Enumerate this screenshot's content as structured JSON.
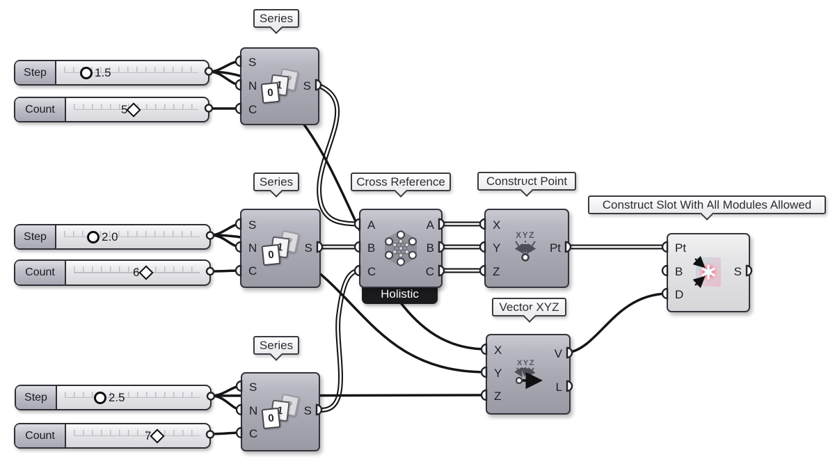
{
  "canvas": {
    "background": "#ffffff",
    "wire_color": "#151515",
    "component_fill": "#a8a8b3",
    "component_light_fill": "#e4e4e6",
    "mode_tag_fill": "#1b1b1e",
    "slot_glow_color": "#ff3d55"
  },
  "sliders": [
    {
      "label": "Step",
      "value": "1.5",
      "knob": "circle"
    },
    {
      "label": "Count",
      "value": "5",
      "knob": "diamond"
    },
    {
      "label": "Step",
      "value": "2.0",
      "knob": "circle"
    },
    {
      "label": "Count",
      "value": "6",
      "knob": "diamond"
    },
    {
      "label": "Step",
      "value": "2.5",
      "knob": "circle"
    },
    {
      "label": "Count",
      "value": "7",
      "knob": "diamond"
    }
  ],
  "components": {
    "series1": {
      "title": "Series",
      "inputs": [
        "S",
        "N",
        "C"
      ],
      "outputs": [
        "S"
      ],
      "icon": "series-icon"
    },
    "series2": {
      "title": "Series",
      "inputs": [
        "S",
        "N",
        "C"
      ],
      "outputs": [
        "S"
      ],
      "icon": "series-icon"
    },
    "series3": {
      "title": "Series",
      "inputs": [
        "S",
        "N",
        "C"
      ],
      "outputs": [
        "S"
      ],
      "icon": "series-icon"
    },
    "cross_reference": {
      "title": "Cross Reference",
      "inputs": [
        "A",
        "B",
        "C"
      ],
      "outputs": [
        "A",
        "B",
        "C"
      ],
      "mode_tag": "Holistic",
      "icon": "cross-reference-icon"
    },
    "construct_point": {
      "title": "Construct Point",
      "inputs": [
        "X",
        "Y",
        "Z"
      ],
      "outputs": [
        "Pt"
      ],
      "icon": "construct-point-icon"
    },
    "vector_xyz": {
      "title": "Vector XYZ",
      "inputs": [
        "X",
        "Y",
        "Z"
      ],
      "outputs": [
        "V",
        "L"
      ],
      "icon": "vector-xyz-icon"
    },
    "construct_slot": {
      "title": "Construct Slot With All Modules Allowed",
      "inputs": [
        "Pt",
        "B",
        "D"
      ],
      "outputs": [
        "S"
      ],
      "icon": "construct-slot-icon"
    }
  },
  "connections": [
    "Step 1.5 -> Series1.S",
    "Step 1.5 -> Series1.N",
    "Count 5 -> Series1.C",
    "Step 2.0 -> Series2.S",
    "Step 2.0 -> Series2.N",
    "Count 6 -> Series2.C",
    "Step 2.5 -> Series3.S",
    "Step 2.5 -> Series3.N",
    "Count 7 -> Series3.C",
    "Series1.S -> CrossReference.A",
    "Series2.S -> CrossReference.B",
    "Series3.S -> CrossReference.C",
    "CrossReference.A -> ConstructPoint.X",
    "CrossReference.B -> ConstructPoint.Y",
    "CrossReference.C -> ConstructPoint.Z",
    "Step 1.5 -> VectorXYZ.X",
    "Step 2.0 -> VectorXYZ.Y",
    "Step 2.5 -> VectorXYZ.Z",
    "ConstructPoint.Pt -> ConstructSlot.Pt",
    "VectorXYZ.V -> ConstructSlot.D"
  ]
}
